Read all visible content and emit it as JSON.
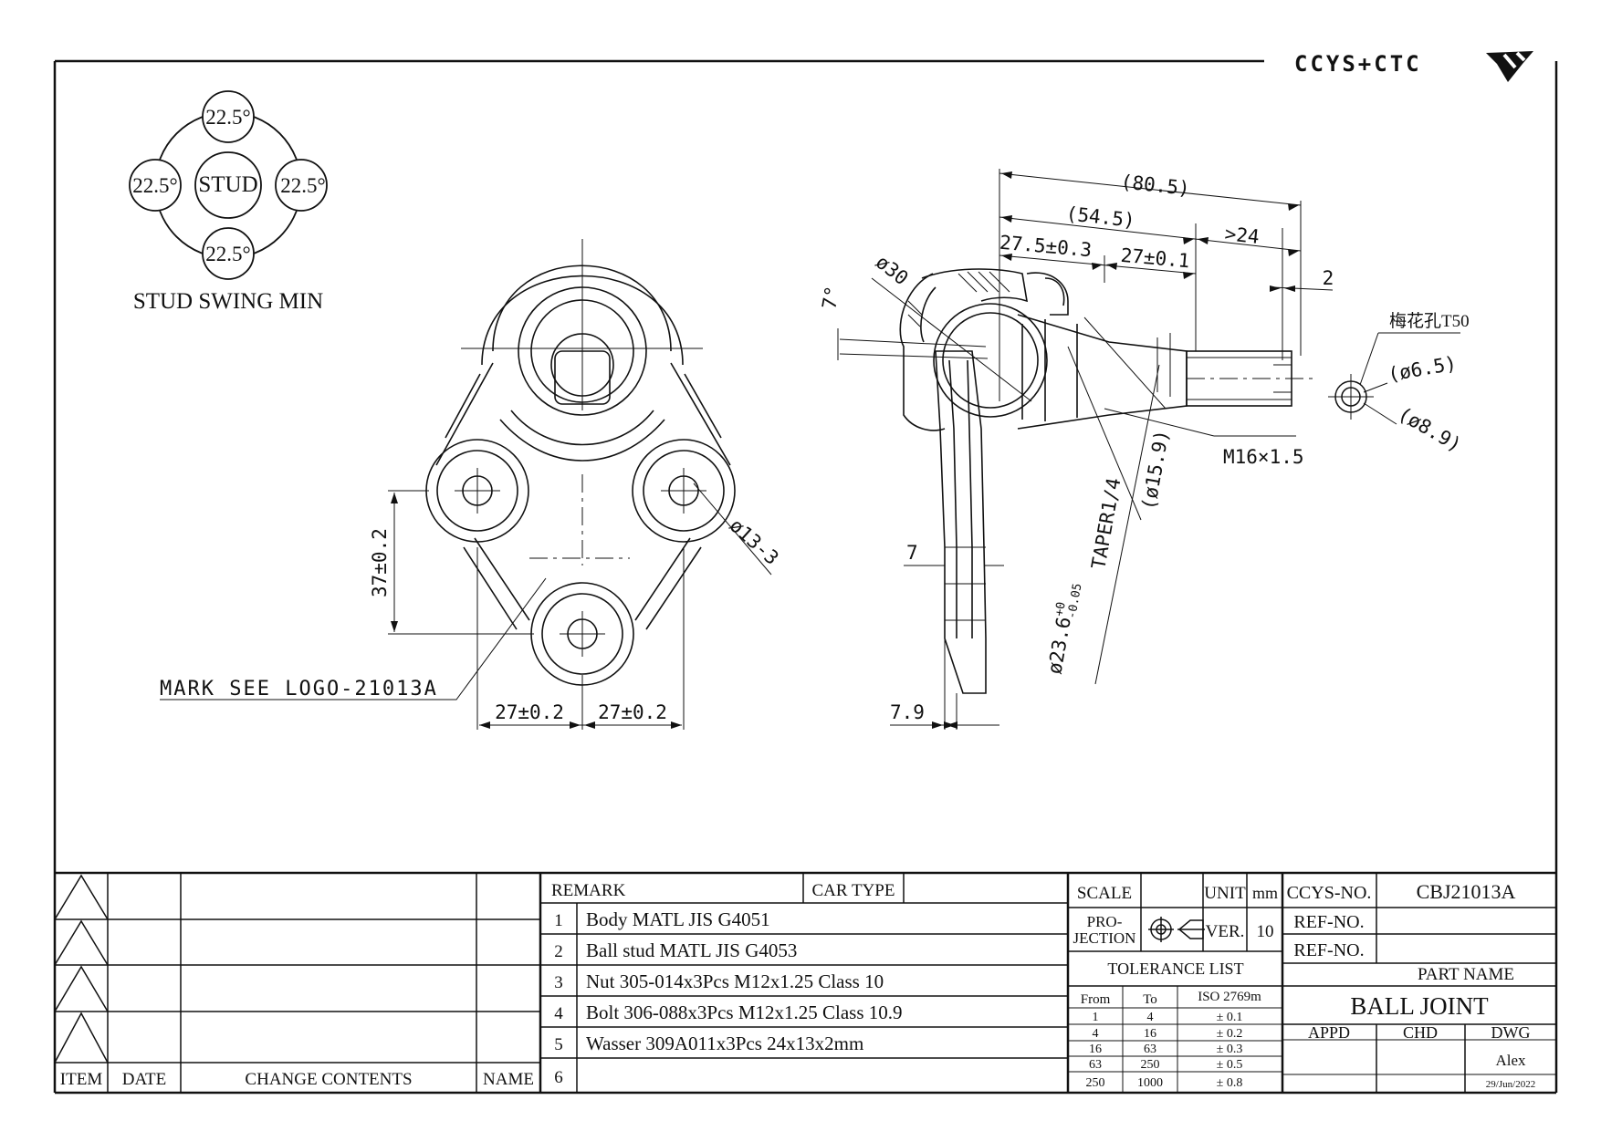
{
  "brand": {
    "logo_text": "CCYS+CTC"
  },
  "swing_diagram": {
    "center_label": "STUD",
    "top": "22.5°",
    "left": "22.5°",
    "right": "22.5°",
    "bottom": "22.5°",
    "caption": "STUD SWING MIN"
  },
  "front_view": {
    "dim_height": "37±0.2",
    "dim_left": "27±0.2",
    "dim_right": "27±0.2",
    "dim_hole": "ø13-3",
    "mark_note": "MARK SEE LOGO-21013A"
  },
  "side_view": {
    "dim_overall": "(80.5)",
    "dim_54": "(54.5)",
    "dim_27_5": "27.5±0.3",
    "dim_27": "27±0.1",
    "dim_24": ">24",
    "dim_2": "2",
    "dim_ball": "ø30",
    "dim_angle": "7°",
    "dim_torx": "梅花孔T50",
    "dim_6_5": "(ø6.5)",
    "dim_8_9": "(ø8.9)",
    "dim_thread": "M16×1.5",
    "dim_15_9": "(ø15.9)",
    "dim_taper_text": "TAPER1/4",
    "dim_taper_dia": "ø23.6",
    "dim_taper_tol_upper": "+0",
    "dim_taper_tol_lower": "-0.05",
    "dim_7": "7",
    "dim_7_9": "7.9"
  },
  "title_block": {
    "change_log_headers": {
      "item": "ITEM",
      "date": "DATE",
      "change_contents": "CHANGE CONTENTS",
      "name": "NAME"
    },
    "remark_label": "REMARK",
    "car_type_label": "CAR TYPE",
    "remarks": [
      {
        "no": "1",
        "text": "Body MATL JIS G4051"
      },
      {
        "no": "2",
        "text": "Ball stud MATL JIS G4053"
      },
      {
        "no": "3",
        "text": "Nut 305-014x3Pcs M12x1.25 Class 10"
      },
      {
        "no": "4",
        "text": "Bolt 306-088x3Pcs M12x1.25  Class 10.9"
      },
      {
        "no": "5",
        "text": "Wasser 309A011x3Pcs 24x13x2mm"
      },
      {
        "no": "6",
        "text": ""
      }
    ],
    "scale_label": "SCALE",
    "unit_label": "UNIT",
    "unit_value": "mm",
    "projection_label_1": "PRO-",
    "projection_label_2": "JECTION",
    "ver_label": "VER.",
    "ver_value": "10",
    "tolerance_list_label": "TOLERANCE LIST",
    "tolerance_headers": {
      "from": "From",
      "to": "To",
      "iso": "ISO 2769m"
    },
    "tolerance_rows": [
      {
        "from": "1",
        "to": "4",
        "tol": "± 0.1"
      },
      {
        "from": "4",
        "to": "16",
        "tol": "± 0.2"
      },
      {
        "from": "16",
        "to": "63",
        "tol": "± 0.3"
      },
      {
        "from": "63",
        "to": "250",
        "tol": "± 0.5"
      },
      {
        "from": "250",
        "to": "1000",
        "tol": "± 0.8"
      }
    ],
    "ccys_no_label": "CCYS-NO.",
    "ccys_no_value": "CBJ21013A",
    "ref_no_label_1": "REF-NO.",
    "ref_no_label_2": "REF-NO.",
    "part_name_label": "PART NAME",
    "part_name_value": "BALL JOINT",
    "appd_label": "APPD",
    "chd_label": "CHD",
    "dwg_label": "DWG",
    "dwg_name": "Alex",
    "dwg_date": "29/Jun/2022"
  }
}
